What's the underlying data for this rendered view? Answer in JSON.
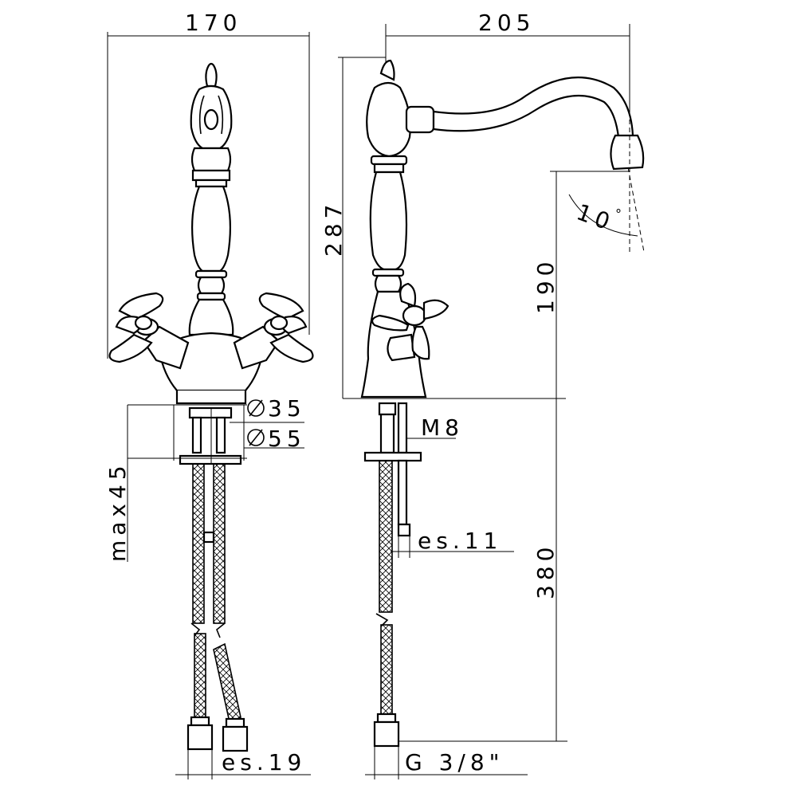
{
  "labels": {
    "width_front": "170",
    "width_side": "205",
    "height_total": "287",
    "height_spout": "190",
    "angle": "10",
    "degree": "°",
    "diam_35": "35",
    "diam_55": "55",
    "max_thickness": "max45",
    "thread": "M8",
    "es_11": "es.11",
    "length_hose": "380",
    "es_19": "es.19",
    "connection": "G 3/8\""
  },
  "icons": {
    "diameter": "diameter-symbol"
  }
}
